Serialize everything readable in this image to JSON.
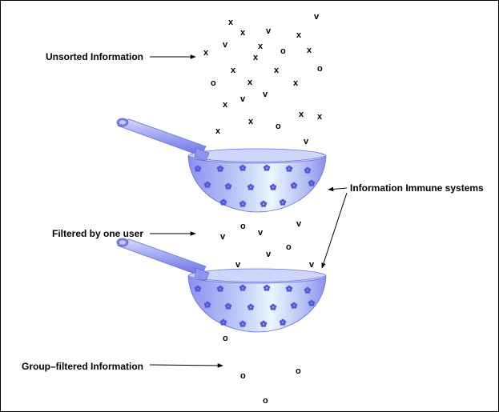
{
  "labels": {
    "unsorted": "Unsorted Information",
    "filtered_one": "Filtered by one user",
    "immune": "Information Immune systems",
    "group": "Group–filtered Information"
  },
  "symbols": {
    "x": "x",
    "v": "v",
    "o": "o"
  },
  "colors": {
    "bowl_light": "#e6f3ff",
    "bowl_mid": "#b6c3f6",
    "bowl_dark": "#8a8ef0",
    "handle": "#9da4f2",
    "holes": "#5258d8"
  },
  "icons": {
    "strainer": "colander-icon"
  }
}
